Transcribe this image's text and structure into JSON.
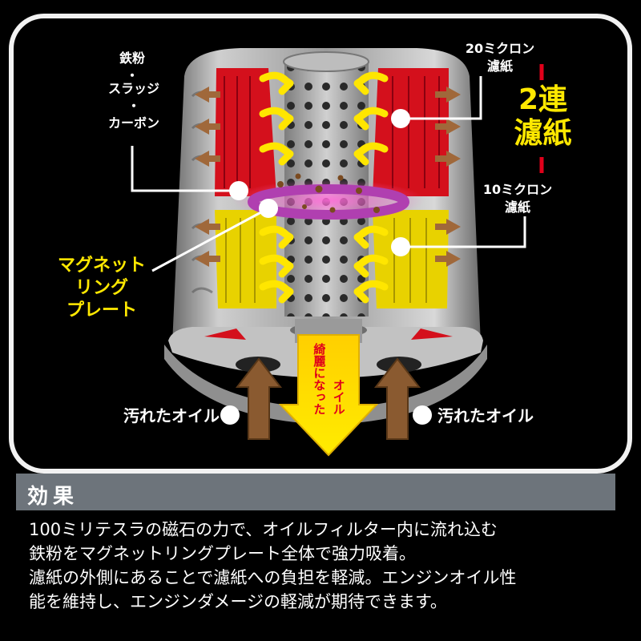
{
  "labels": {
    "contaminant_1": "鉄粉",
    "contaminant_sep_1": "・",
    "contaminant_2": "スラッジ",
    "contaminant_sep_2": "・",
    "contaminant_3": "カーボン",
    "paper_20_line1": "20ミクロン",
    "paper_20_line2": "濾紙",
    "double_line1": "2連",
    "double_line2": "濾紙",
    "paper_10_line1": "10ミクロン",
    "paper_10_line2": "濾紙",
    "magnet_line1": "マグネット",
    "magnet_line2": "リング",
    "magnet_line3": "プレート",
    "clean_oil_line1": "綺麗になった",
    "clean_oil_line2": "オイル",
    "dirty_oil_left": "汚れたオイル",
    "dirty_oil_right": "汚れたオイル"
  },
  "effect": {
    "title": "効果",
    "lines": [
      "100ミリテスラの磁石の力で、オイルフィルター内に流れ込む",
      "鉄粉をマグネットリングプレート全体で強力吸着。",
      "濾紙の外側にあることで濾紙への負担を軽減。エンジンオイル性",
      "能を維持し、エンジンダメージの軽減が期待できます。"
    ]
  },
  "colors": {
    "background": "#000000",
    "frame": "#f2f2f2",
    "accent_yellow": "#ffe800",
    "accent_red": "#e0001a",
    "paper_red": "#d4101c",
    "paper_yellow": "#e8d200",
    "magnet_ring": "#b03fb0",
    "dirty_oil": "#8a5a30",
    "header_bar": "#6d747b"
  },
  "icons": [
    "flow-arrow-icon",
    "dirty-oil-arrow-icon",
    "clean-oil-arrow-icon",
    "callout-dot-icon"
  ]
}
